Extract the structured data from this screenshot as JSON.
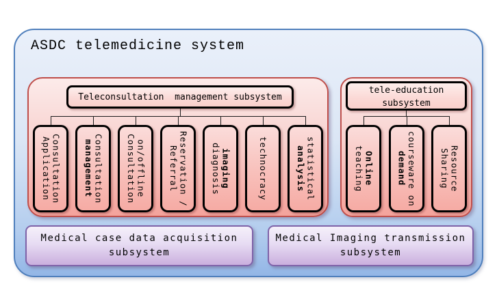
{
  "title": "ASDC telemedicine system",
  "palette": {
    "outer_fill_top": "#eaf0fa",
    "outer_fill_bottom": "#93b6e6",
    "outer_border": "#4f7fbc",
    "subsystem_fill_top": "#fcebea",
    "subsystem_fill_bottom": "#f4a39c",
    "subsystem_border": "#bf4e4a",
    "box_border": "#000000",
    "bottom_fill_top": "#f5f0fa",
    "bottom_fill_bottom": "#caafde",
    "bottom_border": "#7e62a8"
  },
  "teleconsultation": {
    "header": "Teleconsultation  management subsystem",
    "children": [
      {
        "id": "consultation-application",
        "lines": [
          {
            "text": "Consultation",
            "bold": false
          },
          {
            "text": "Application",
            "bold": false
          }
        ]
      },
      {
        "id": "consultation-management",
        "lines": [
          {
            "text": "Consultation",
            "bold": false
          },
          {
            "text": "management",
            "bold": true
          }
        ]
      },
      {
        "id": "on-offline-consultation",
        "lines": [
          {
            "text": "on/offline",
            "bold": false
          },
          {
            "text": "Consultation",
            "bold": false
          }
        ]
      },
      {
        "id": "reservation-referral",
        "lines": [
          {
            "text": "Reservation /",
            "bold": false
          },
          {
            "text": "Referral",
            "bold": false
          }
        ]
      },
      {
        "id": "imaging-diagnosis",
        "lines": [
          {
            "text": "imaging",
            "bold": true
          },
          {
            "text": "diagnosis",
            "bold": false
          }
        ]
      },
      {
        "id": "technocracy",
        "lines": [
          {
            "text": "technocracy",
            "bold": false
          }
        ]
      },
      {
        "id": "statistical-analysis",
        "lines": [
          {
            "text": "statistical",
            "bold": false
          },
          {
            "text": "analysis",
            "bold": true
          }
        ]
      }
    ]
  },
  "tele_education": {
    "header_lines": [
      "tele-education",
      "subsystem"
    ],
    "children": [
      {
        "id": "online-teaching",
        "lines": [
          {
            "text": "Online",
            "bold": true
          },
          {
            "text": "teaching",
            "bold": false
          }
        ]
      },
      {
        "id": "courseware-on-demand",
        "lines": [
          {
            "text": "courseware on",
            "bold": false
          },
          {
            "text": "demand",
            "bold": true
          }
        ]
      },
      {
        "id": "resource-sharing",
        "lines": [
          {
            "text": "Resource",
            "bold": false
          },
          {
            "text": "Sharing",
            "bold": false
          }
        ]
      }
    ]
  },
  "bottom_left": {
    "lines": [
      "Medical case data acquisition",
      "subsystem"
    ]
  },
  "bottom_right": {
    "lines": [
      "Medical Imaging transmission",
      "subsystem"
    ]
  }
}
